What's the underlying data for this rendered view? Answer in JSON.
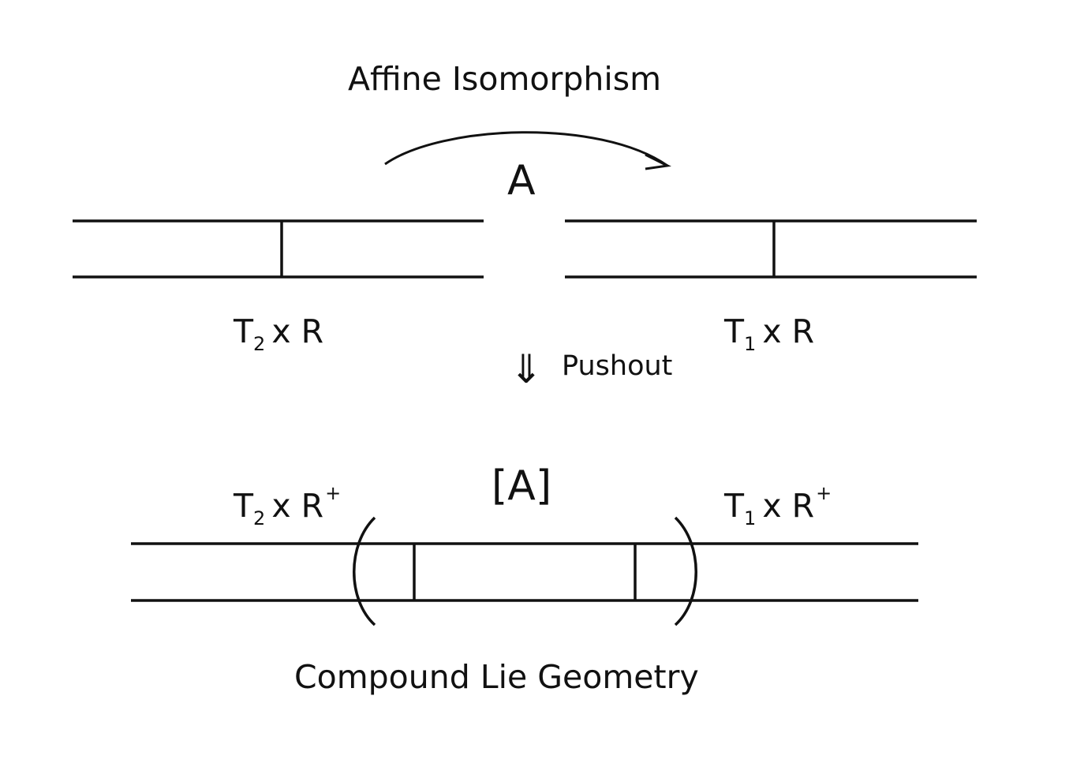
{
  "title": "Affine Isomorphism",
  "map_label": "A",
  "top_left": {
    "base": "T",
    "sub": "2",
    "rest": "x R"
  },
  "top_right": {
    "base": "T",
    "sub": "1",
    "rest": "x R"
  },
  "down_arrow": "⇓",
  "pushout_label": "Pushout",
  "bottom_left": {
    "base": "T",
    "sub": "2",
    "rest": "x R",
    "sup": "+"
  },
  "bottom_right": {
    "base": "T",
    "sub": "1",
    "rest": "x R",
    "sup": "+"
  },
  "class_label": "[A]",
  "caption": "Compound Lie Geometry"
}
